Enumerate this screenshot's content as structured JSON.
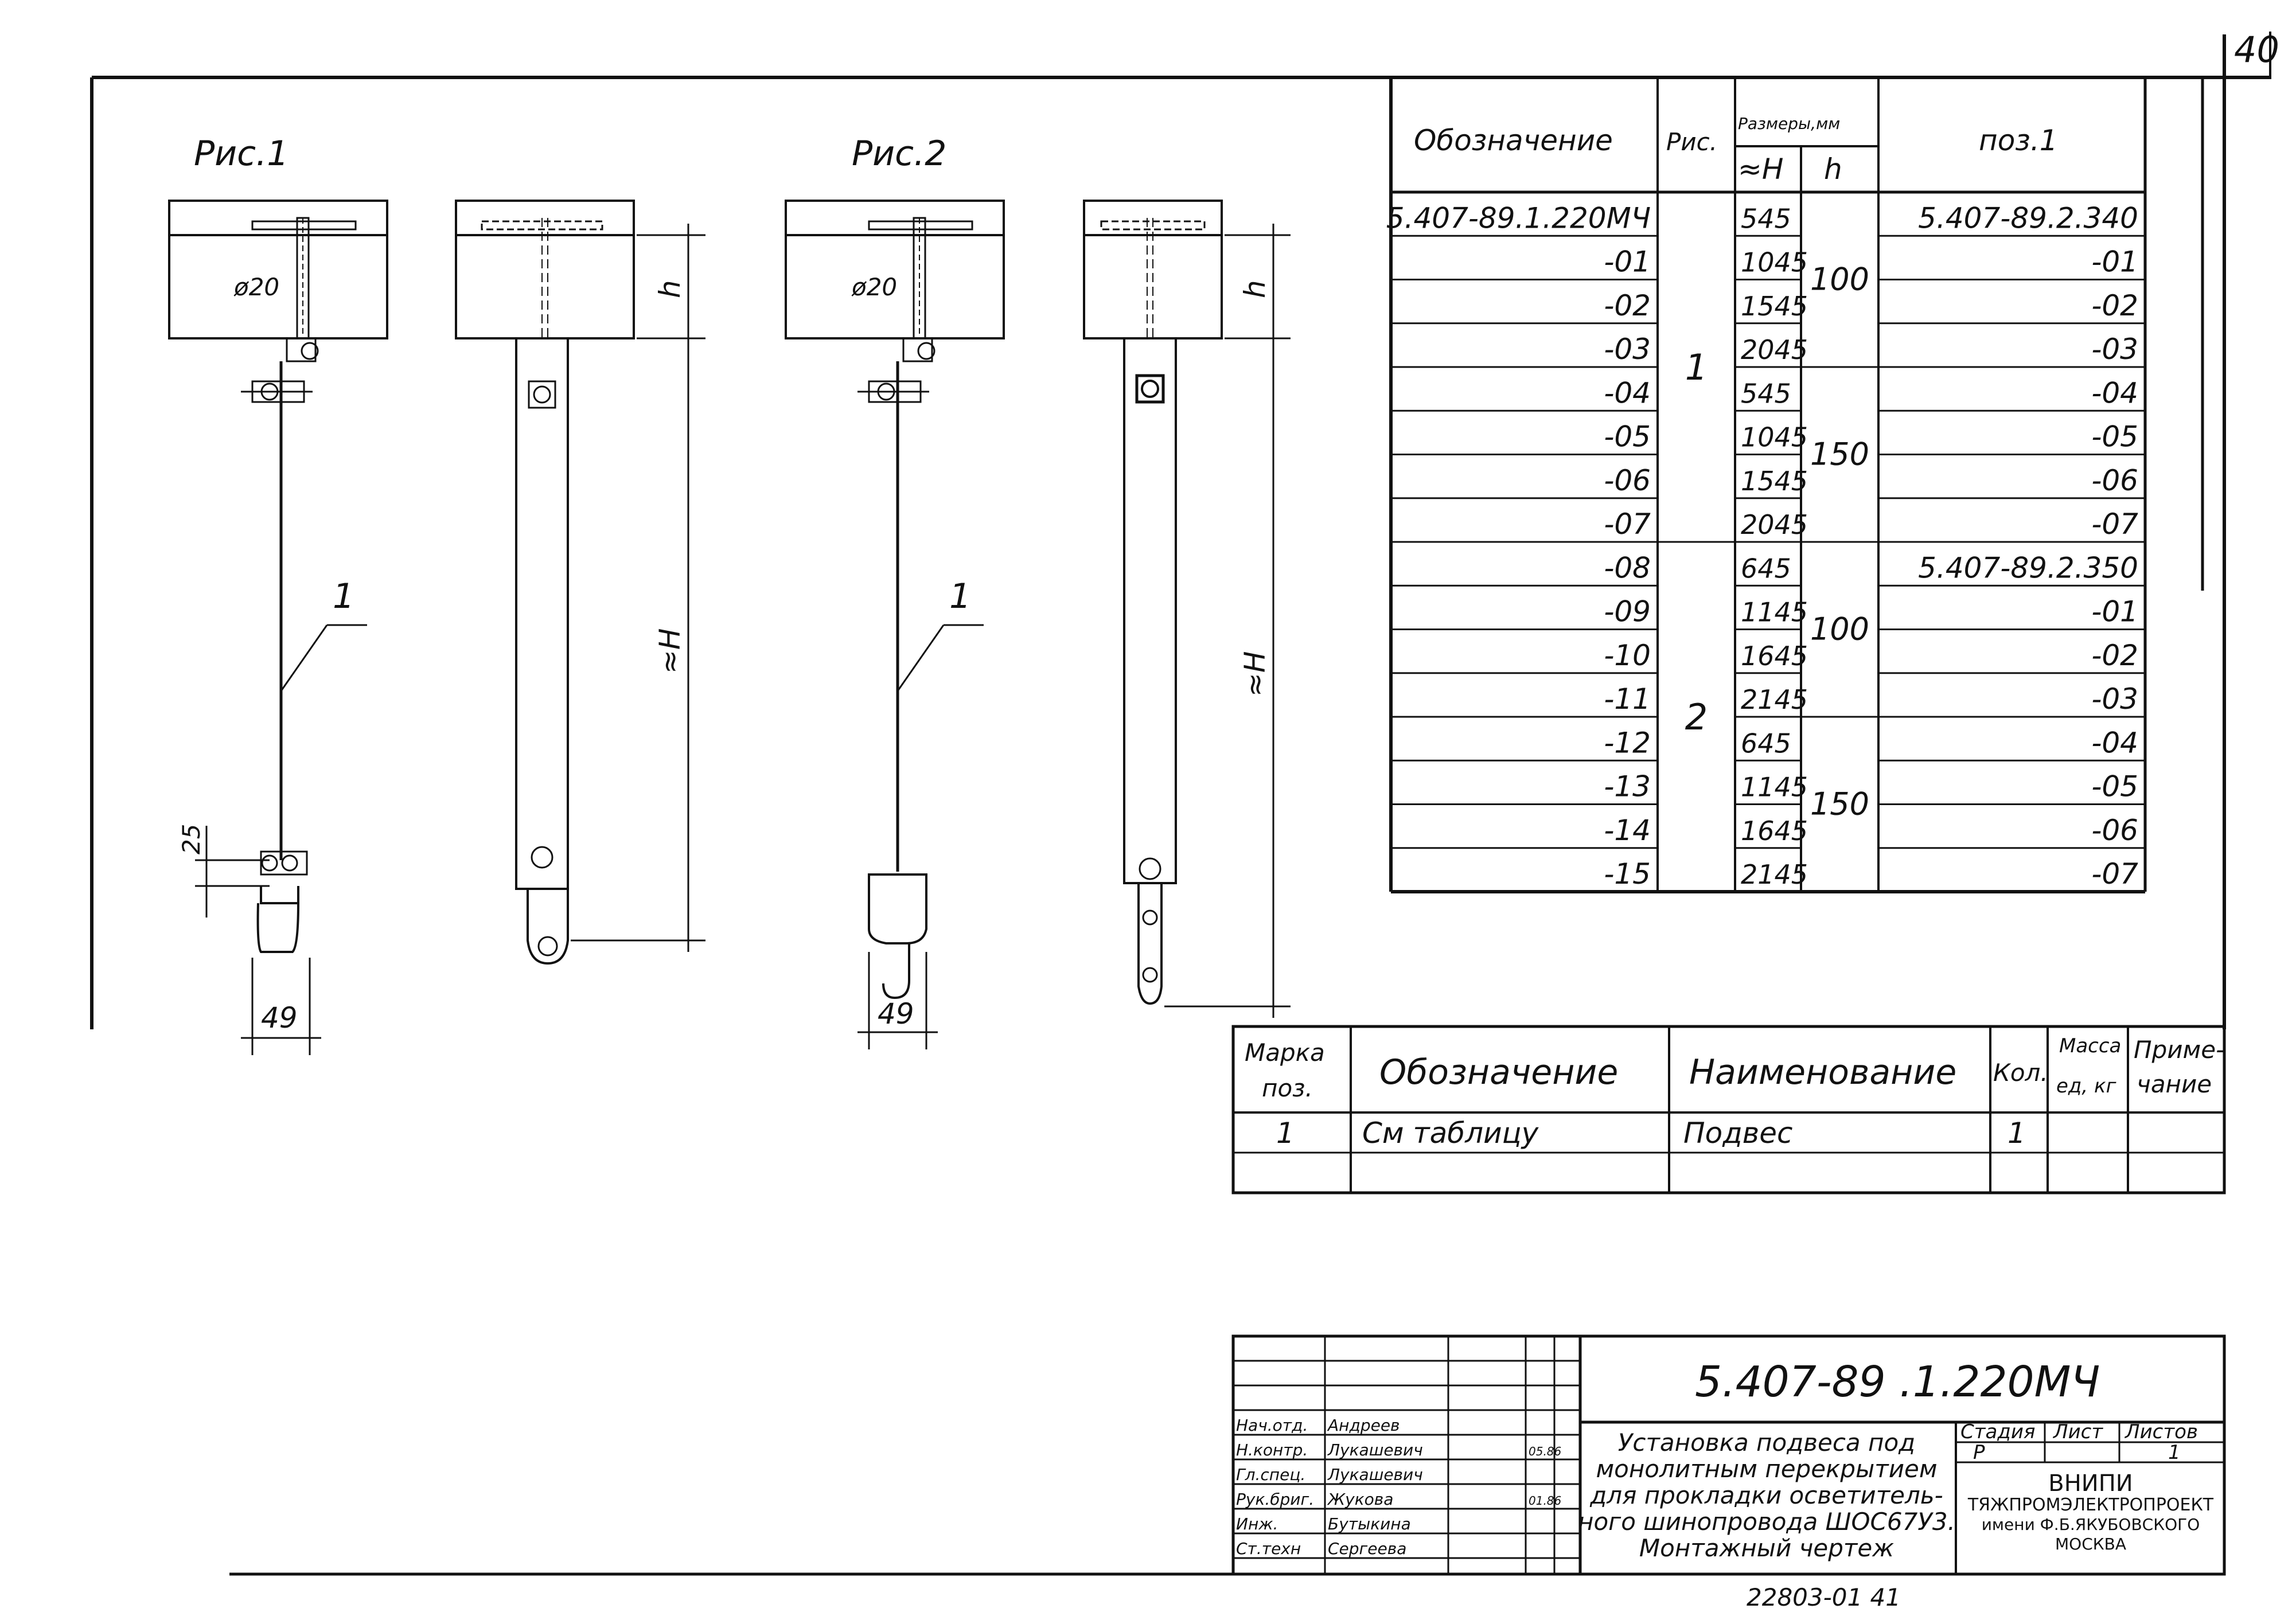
{
  "sheet": {
    "page_number": "40",
    "bottom_code": "22803-01 41"
  },
  "figures": {
    "fig1_label": "Рис.1",
    "fig2_label": "Рис.2",
    "pos_callout": "1",
    "rod_dia": "ø20",
    "dim_h": "h",
    "dim_H": "≈H",
    "dim_25": "25",
    "dim_49": "49"
  },
  "dimension_table": {
    "headers": {
      "designation": "Обозначение",
      "fig": "Рис.",
      "sizes": "Размеры,мм",
      "H": "≈H",
      "h": "h",
      "pos1": "поз.1"
    },
    "rows": [
      {
        "designation": "5.407-89.1.220МЧ",
        "fig": "",
        "H": "545",
        "h": "",
        "pos1": "5.407-89.2.340"
      },
      {
        "designation": "-01",
        "fig": "",
        "H": "1045",
        "h": "",
        "pos1": "-01"
      },
      {
        "designation": "-02",
        "fig": "",
        "H": "1545",
        "h": "",
        "pos1": "-02"
      },
      {
        "designation": "-03",
        "fig": "",
        "H": "2045",
        "h": "",
        "pos1": "-03"
      },
      {
        "designation": "-04",
        "fig": "",
        "H": "545",
        "h": "",
        "pos1": "-04"
      },
      {
        "designation": "-05",
        "fig": "",
        "H": "1045",
        "h": "",
        "pos1": "-05"
      },
      {
        "designation": "-06",
        "fig": "",
        "H": "1545",
        "h": "",
        "pos1": "-06"
      },
      {
        "designation": "-07",
        "fig": "",
        "H": "2045",
        "h": "",
        "pos1": "-07"
      },
      {
        "designation": "-08",
        "fig": "",
        "H": "645",
        "h": "",
        "pos1": "5.407-89.2.350"
      },
      {
        "designation": "-09",
        "fig": "",
        "H": "1145",
        "h": "",
        "pos1": "-01"
      },
      {
        "designation": "-10",
        "fig": "",
        "H": "1645",
        "h": "",
        "pos1": "-02"
      },
      {
        "designation": "-11",
        "fig": "",
        "H": "2145",
        "h": "",
        "pos1": "-03"
      },
      {
        "designation": "-12",
        "fig": "",
        "H": "645",
        "h": "",
        "pos1": "-04"
      },
      {
        "designation": "-13",
        "fig": "",
        "H": "1145",
        "h": "",
        "pos1": "-05"
      },
      {
        "designation": "-14",
        "fig": "",
        "H": "1645",
        "h": "",
        "pos1": "-06"
      },
      {
        "designation": "-15",
        "fig": "",
        "H": "2145",
        "h": "",
        "pos1": "-07"
      }
    ],
    "merged_fig": [
      "1",
      "2"
    ],
    "merged_h": [
      "100",
      "150",
      "100",
      "150"
    ]
  },
  "spec_table": {
    "headers": {
      "mark": "Марка поз.",
      "mark_l1": "Марка",
      "mark_l2": "поз.",
      "designation": "Обозначение",
      "name": "Наименование",
      "qty": "Кол.",
      "mass_l1": "Масса",
      "mass_l2": "ед, кг",
      "note_l1": "Приме-",
      "note_l2": "чание"
    },
    "row": {
      "mark": "1",
      "designation": "См таблицу",
      "name": "Подвес",
      "qty": "1"
    }
  },
  "title_block": {
    "doc_code": "5.407-89 .1.220МЧ",
    "title_lines": [
      "Установка подвеса под",
      "монолитным перекрытием",
      "для прокладки осветитель-",
      "ного шинопровода ШОС67У3.",
      "Монтажный чертеж"
    ],
    "stage_label": "Стадия",
    "sheet_label": "Лист",
    "sheets_label": "Листов",
    "stage": "Р",
    "sheets": "1",
    "org_lines": [
      "ВНИПИ",
      "ТЯЖПРОМЭЛЕКТРОПРОЕКТ",
      "имени Ф.Б.ЯКУБОВСКОГО",
      "МОСКВА"
    ],
    "roles": [
      {
        "role": "Нач.отд.",
        "name": "Андреев",
        "date": ""
      },
      {
        "role": "Н.контр.",
        "name": "Лукашевич",
        "date": "05.86"
      },
      {
        "role": "Гл.спец.",
        "name": "Лукашевич",
        "date": ""
      },
      {
        "role": "Рук.бриг.",
        "name": "Жукова",
        "date": "01.86"
      },
      {
        "role": "Инж.",
        "name": "Бутыкина",
        "date": ""
      },
      {
        "role": "Ст.техн",
        "name": "Сергеева",
        "date": ""
      }
    ]
  }
}
